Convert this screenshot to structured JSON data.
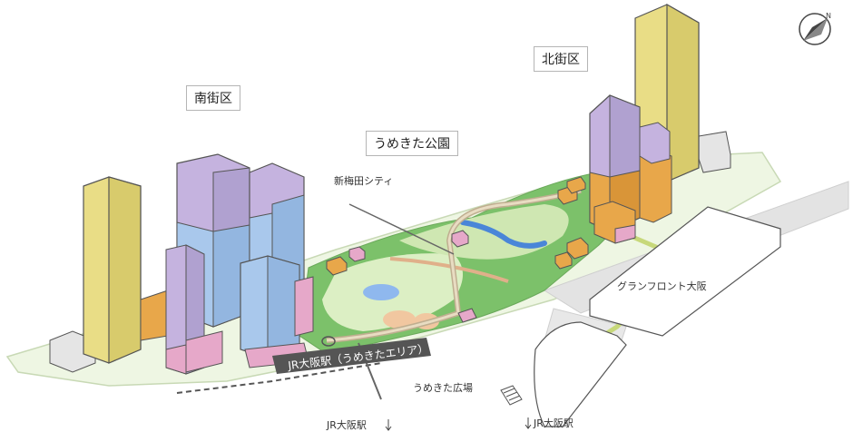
{
  "labels": {
    "south_district": "南街区",
    "north_district": "北街区",
    "umekita_park": "うめきた公園",
    "shin_umeda_city": "新梅田シティ",
    "grand_front": "グランフロント大阪",
    "jr_osaka_umekita": "JR大阪駅（うめきたエリア）",
    "umekita_plaza": "うめきた広場",
    "jr_osaka_station_1": "JR大阪駅",
    "jr_osaka_station_2": "JR大阪駅"
  },
  "compass": {
    "icon": "compass-north-icon"
  },
  "colors": {
    "tower_yellow": "#e9dd86",
    "office_purple": "#c5b3df",
    "hotel_blue": "#a9c8ec",
    "retail_pink": "#e6a8c9",
    "amenity_orange": "#e8a74a",
    "park_green": "#7cc16a",
    "park_light": "#dcefc4",
    "water_blue": "#4a86d8",
    "deck_tan": "#d9c7a3"
  }
}
